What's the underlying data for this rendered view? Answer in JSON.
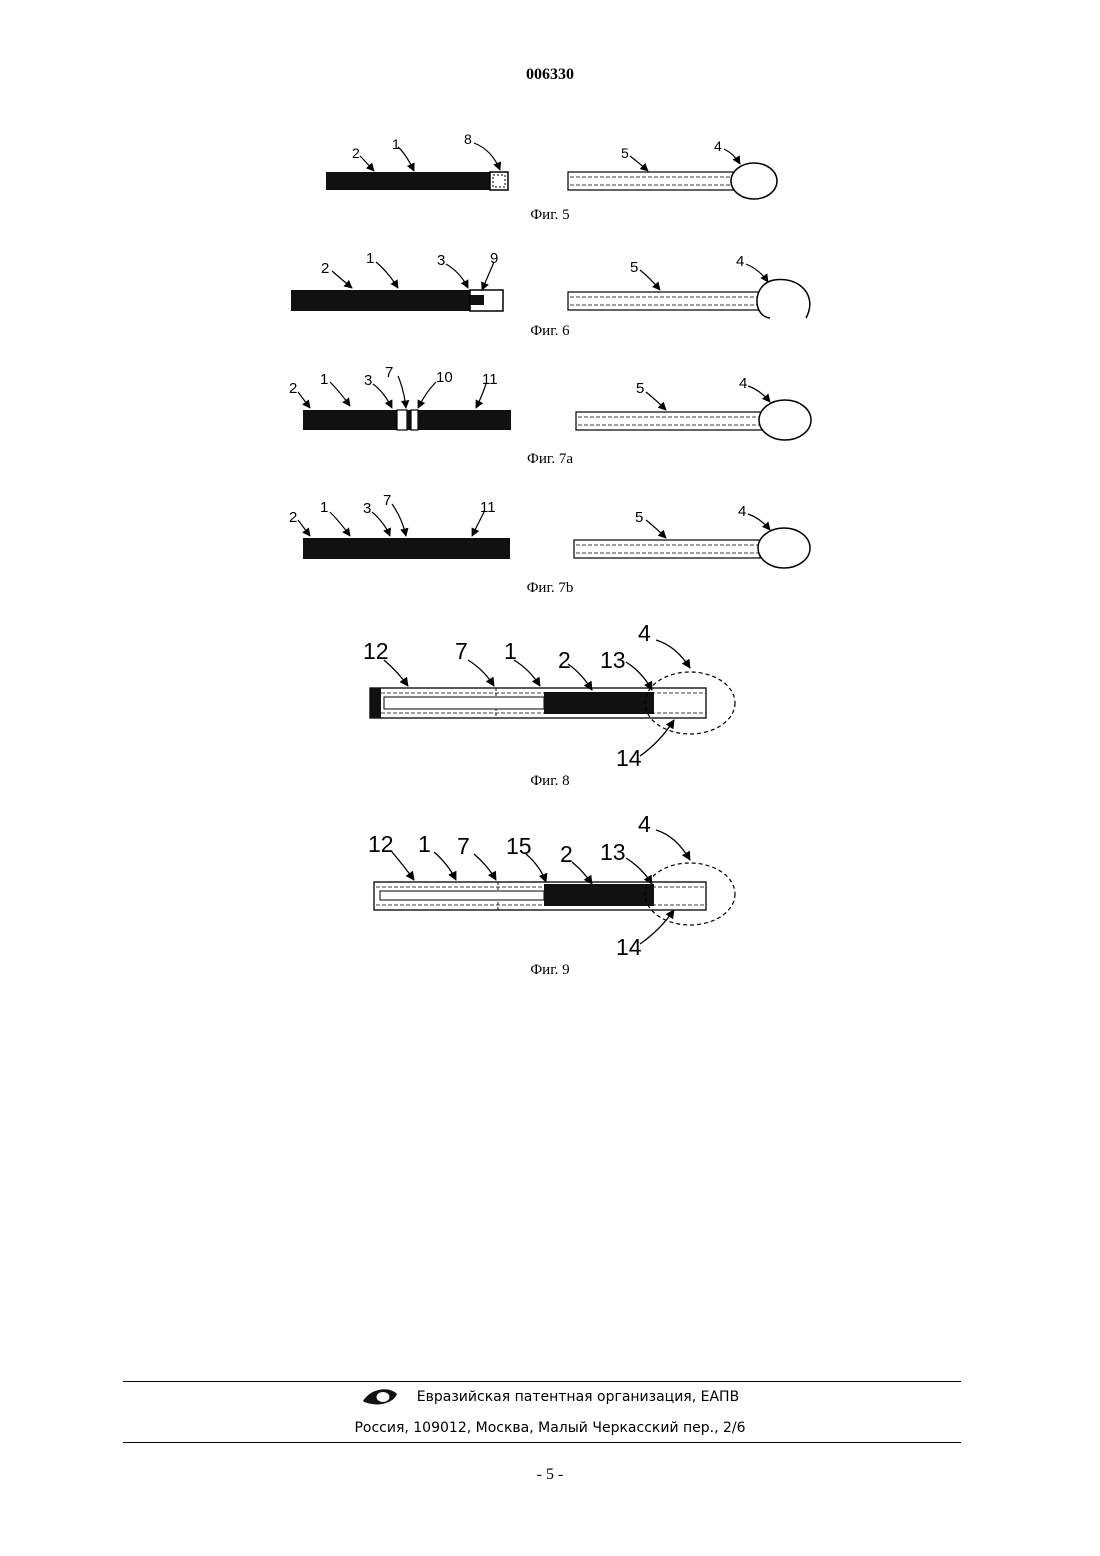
{
  "header": {
    "doc_number": "006330"
  },
  "figures": [
    {
      "caption": "Фиг. 5",
      "labels": [
        "2",
        "1",
        "8",
        "5",
        "4"
      ]
    },
    {
      "caption": "Фиг. 6",
      "labels": [
        "2",
        "1",
        "3",
        "9",
        "5",
        "4"
      ]
    },
    {
      "caption": "Фиг. 7a",
      "labels": [
        "2",
        "1",
        "3",
        "7",
        "10",
        "11",
        "5",
        "4"
      ]
    },
    {
      "caption": "Фиг. 7b",
      "labels": [
        "2",
        "1",
        "3",
        "7",
        "11",
        "5",
        "4"
      ]
    },
    {
      "caption": "Фиг. 8",
      "labels": [
        "12",
        "7",
        "1",
        "2",
        "13",
        "4",
        "14"
      ]
    },
    {
      "caption": "Фиг. 9",
      "labels": [
        "12",
        "1",
        "7",
        "15",
        "2",
        "13",
        "4",
        "14"
      ]
    }
  ],
  "footer": {
    "org_icon": "eye-logo-icon",
    "org_name": "Евразийская патентная организация, ЕАПВ",
    "address": "Россия, 109012, Москва, Малый Черкасский пер., 2/6"
  },
  "page_number": "- 5 -"
}
